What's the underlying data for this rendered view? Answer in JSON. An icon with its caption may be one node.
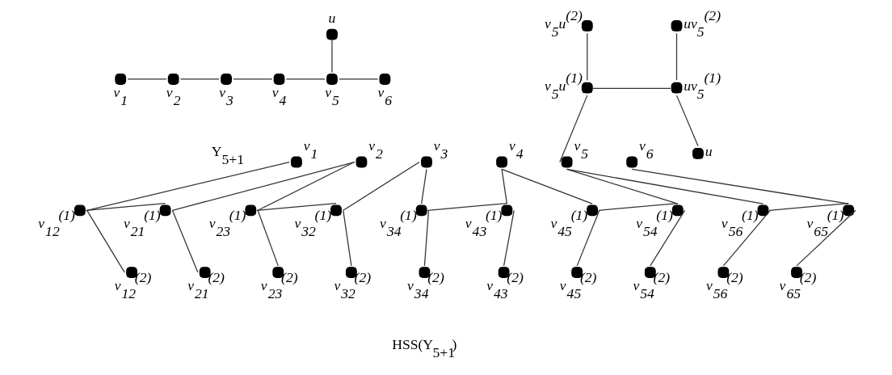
{
  "diagram": {
    "nodes": [
      {
        "text": [],
        "shape": "circle",
        "beside": [
          "v$_{1}$"
        ]
      },
      {
        "text": [],
        "shape": "circle",
        "beside": [
          "v$_{2}$"
        ]
      },
      {
        "text": [],
        "shape": "circle",
        "beside": [
          "v$_{3}$"
        ]
      },
      {
        "text": [],
        "shape": "circle",
        "beside": [
          "v$_{4}$"
        ]
      },
      {
        "text": [],
        "shape": "circle",
        "beside": [
          "v$_{5}$"
        ]
      },
      {
        "text": [],
        "shape": "circle",
        "beside": [
          "v$_{6}$"
        ]
      },
      {
        "text": [],
        "shape": "circle",
        "beside": [
          "u"
        ]
      },
      {
        "text": [],
        "shape": "circle",
        "beside": [
          "v$_{1}$"
        ]
      },
      {
        "text": [],
        "shape": "circle",
        "beside": [
          "v$_{2}$"
        ]
      },
      {
        "text": [],
        "shape": "circle",
        "beside": [
          "v$_{3}$"
        ]
      },
      {
        "text": [],
        "shape": "circle",
        "beside": [
          "v$_{4}$"
        ]
      },
      {
        "text": [],
        "shape": "circle",
        "beside": [
          "v$_{5}$"
        ]
      },
      {
        "text": [],
        "shape": "circle",
        "beside": [
          "v$_{6}$"
        ]
      },
      {
        "text": [],
        "shape": "circle",
        "beside": [
          "v$_{12}$$^{(1)}$"
        ]
      },
      {
        "text": [],
        "shape": "circle",
        "beside": [
          "v$_{21}$$^{(1)}$"
        ]
      },
      {
        "text": [],
        "shape": "circle",
        "beside": [
          "v$_{23}$$^{(1)}$"
        ]
      },
      {
        "text": [],
        "shape": "circle",
        "beside": [
          "v$_{32}$$^{(1)}$"
        ]
      },
      {
        "text": [],
        "shape": "circle",
        "beside": [
          "v$_{34}$$^{(1)}$"
        ]
      },
      {
        "text": [],
        "shape": "circle",
        "beside": [
          "v$_{43}$$^{(1)}$"
        ]
      },
      {
        "text": [],
        "shape": "circle",
        "beside": [
          "v$_{45}$$^{(1)}$"
        ]
      },
      {
        "text": [],
        "shape": "circle",
        "beside": [
          "v$_{54}$$^{(1)}$"
        ]
      },
      {
        "text": [],
        "shape": "circle",
        "beside": [
          "v$_{56}$$^{(1)}$"
        ]
      },
      {
        "text": [],
        "shape": "circle",
        "beside": [
          "v$_{65}$$^{(1)}$"
        ]
      },
      {
        "text": [],
        "shape": "circle",
        "beside": [
          "v$_{12}$$^{(2)}$"
        ]
      },
      {
        "text": [],
        "shape": "circle",
        "beside": [
          "v$_{21}$$^{(2)}$"
        ]
      },
      {
        "text": [],
        "shape": "circle",
        "beside": [
          "v$_{23}$$^{(2)}$"
        ]
      },
      {
        "text": [],
        "shape": "circle",
        "beside": [
          "v$_{32}$$^{(2)}$"
        ]
      },
      {
        "text": [],
        "shape": "circle",
        "beside": [
          "v$_{34}$$^{(2)}$"
        ]
      },
      {
        "text": [],
        "shape": "circle",
        "beside": [
          "v$_{43}$$^{(2)}$"
        ]
      },
      {
        "text": [],
        "shape": "circle",
        "beside": [
          "v$_{45}$$^{(2)}$"
        ]
      },
      {
        "text": [],
        "shape": "circle",
        "beside": [
          "v$_{54}$$^{(2)}$"
        ]
      },
      {
        "text": [],
        "shape": "circle",
        "beside": [
          "v$_{56}$$^{(2)}$"
        ]
      },
      {
        "text": [],
        "shape": "circle",
        "beside": [
          "v$_{65}$$^{(2)}$"
        ]
      },
      {
        "text": [],
        "shape": "circle",
        "beside": [
          "v$_{5}$u$^{(2)}$"
        ]
      },
      {
        "text": [],
        "shape": "circle",
        "beside": [
          "uv$_{5}$$^{(2)}$"
        ]
      },
      {
        "text": [],
        "shape": "circle",
        "beside": [
          "v$_{5}$u$^{(1)}$"
        ]
      },
      {
        "text": [],
        "shape": "circle",
        "beside": [
          "uv$_{5}$$^{(1)}$"
        ]
      },
      {
        "text": [],
        "shape": "circle",
        "beside": [
          "u"
        ]
      }
    ],
    "edges": [
      {
        "from": 0,
        "to": 1,
        "arrow": "none"
      },
      {
        "from": 1,
        "to": 2,
        "arrow": "none"
      },
      {
        "from": 2,
        "to": 3,
        "arrow": "none"
      },
      {
        "from": 3,
        "to": 4,
        "arrow": "none"
      },
      {
        "from": 4,
        "to": 5,
        "arrow": "none"
      },
      {
        "from": 4,
        "to": 6,
        "arrow": "none"
      },
      {
        "from": 7,
        "to": 13,
        "arrow": "none"
      },
      {
        "from": 13,
        "to": 14,
        "arrow": "none"
      },
      {
        "from": 14,
        "to": 8,
        "arrow": "none"
      },
      {
        "from": 8,
        "to": 15,
        "arrow": "none"
      },
      {
        "from": 15,
        "to": 16,
        "arrow": "none"
      },
      {
        "from": 16,
        "to": 9,
        "arrow": "none"
      },
      {
        "from": 9,
        "to": 17,
        "arrow": "none"
      },
      {
        "from": 17,
        "to": 18,
        "arrow": "none"
      },
      {
        "from": 18,
        "to": 10,
        "arrow": "none"
      },
      {
        "from": 10,
        "to": 19,
        "arrow": "none"
      },
      {
        "from": 19,
        "to": 20,
        "arrow": "none"
      },
      {
        "from": 20,
        "to": 11,
        "arrow": "none"
      },
      {
        "from": 11,
        "to": 21,
        "arrow": "none"
      },
      {
        "from": 21,
        "to": 22,
        "arrow": "none"
      },
      {
        "from": 22,
        "to": 12,
        "arrow": "none"
      },
      {
        "from": 13,
        "to": 23,
        "arrow": "none"
      },
      {
        "from": 14,
        "to": 24,
        "arrow": "none"
      },
      {
        "from": 15,
        "to": 25,
        "arrow": "none"
      },
      {
        "from": 16,
        "to": 26,
        "arrow": "none"
      },
      {
        "from": 17,
        "to": 27,
        "arrow": "none"
      },
      {
        "from": 18,
        "to": 28,
        "arrow": "none"
      },
      {
        "from": 19,
        "to": 29,
        "arrow": "none"
      },
      {
        "from": 20,
        "to": 30,
        "arrow": "none"
      },
      {
        "from": 21,
        "to": 31,
        "arrow": "none"
      },
      {
        "from": 22,
        "to": 32,
        "arrow": "none"
      },
      {
        "from": 11,
        "to": 35,
        "arrow": "none"
      },
      {
        "from": 35,
        "to": 33,
        "arrow": "none"
      },
      {
        "from": 35,
        "to": 36,
        "arrow": "none"
      },
      {
        "from": 36,
        "to": 34,
        "arrow": "none"
      },
      {
        "from": 36,
        "to": 37,
        "arrow": "none"
      }
    ],
    "labels": [
      "Y$_{5+1}$",
      "HSS(Y$_{5+1}$)"
    ]
  }
}
